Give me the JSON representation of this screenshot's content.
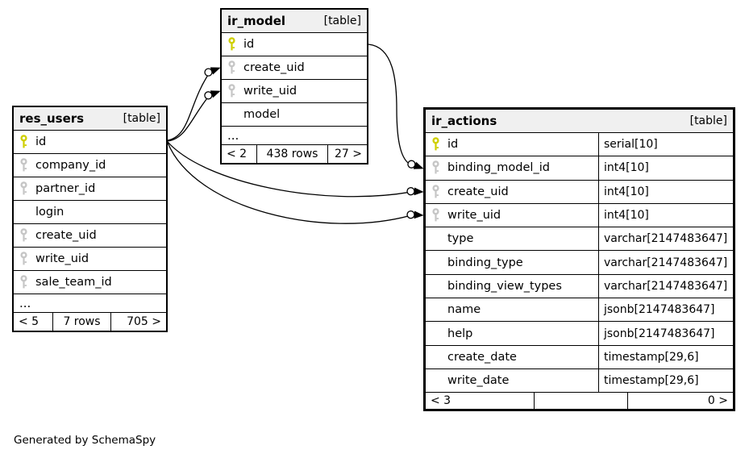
{
  "footer_note": "Generated by SchemaSpy",
  "colors": {
    "pk_key": "#cfcf00",
    "fk_key": "#c6c6c6",
    "header_bg": "#f0f0f0",
    "line": "#000000"
  },
  "tables": {
    "res_users": {
      "name": "res_users",
      "tag": "[table]",
      "columns": [
        {
          "name": "id",
          "key": "pk"
        },
        {
          "name": "company_id",
          "key": "fk"
        },
        {
          "name": "partner_id",
          "key": "fk"
        },
        {
          "name": "login",
          "key": ""
        },
        {
          "name": "create_uid",
          "key": "fk"
        },
        {
          "name": "write_uid",
          "key": "fk"
        },
        {
          "name": "sale_team_id",
          "key": "fk"
        }
      ],
      "ellipsis": "...",
      "footer": {
        "left": "< 5",
        "middle": "7 rows",
        "right": "705 >"
      }
    },
    "ir_model": {
      "name": "ir_model",
      "tag": "[table]",
      "columns": [
        {
          "name": "id",
          "key": "pk"
        },
        {
          "name": "create_uid",
          "key": "fk"
        },
        {
          "name": "write_uid",
          "key": "fk"
        },
        {
          "name": "model",
          "key": ""
        }
      ],
      "ellipsis": "...",
      "footer": {
        "left": "< 2",
        "middle": "438 rows",
        "right": "27 >"
      }
    },
    "ir_actions": {
      "name": "ir_actions",
      "tag": "[table]",
      "columns": [
        {
          "name": "id",
          "key": "pk",
          "type": "serial[10]"
        },
        {
          "name": "binding_model_id",
          "key": "fk",
          "type": "int4[10]"
        },
        {
          "name": "create_uid",
          "key": "fk",
          "type": "int4[10]"
        },
        {
          "name": "write_uid",
          "key": "fk",
          "type": "int4[10]"
        },
        {
          "name": "type",
          "key": "",
          "type": "varchar[2147483647]"
        },
        {
          "name": "binding_type",
          "key": "",
          "type": "varchar[2147483647]"
        },
        {
          "name": "binding_view_types",
          "key": "",
          "type": "varchar[2147483647]"
        },
        {
          "name": "name",
          "key": "",
          "type": "jsonb[2147483647]"
        },
        {
          "name": "help",
          "key": "",
          "type": "jsonb[2147483647]"
        },
        {
          "name": "create_date",
          "key": "",
          "type": "timestamp[29,6]"
        },
        {
          "name": "write_date",
          "key": "",
          "type": "timestamp[29,6]"
        }
      ],
      "footer": {
        "left": "< 3",
        "middle": "",
        "right": "0 >"
      }
    }
  },
  "relationships": [
    {
      "from": "res_users.id",
      "to": "ir_model.create_uid"
    },
    {
      "from": "res_users.id",
      "to": "ir_model.write_uid"
    },
    {
      "from": "res_users.id",
      "to": "ir_actions.create_uid"
    },
    {
      "from": "res_users.id",
      "to": "ir_actions.write_uid"
    },
    {
      "from": "ir_model.id",
      "to": "ir_actions.binding_model_id"
    }
  ]
}
